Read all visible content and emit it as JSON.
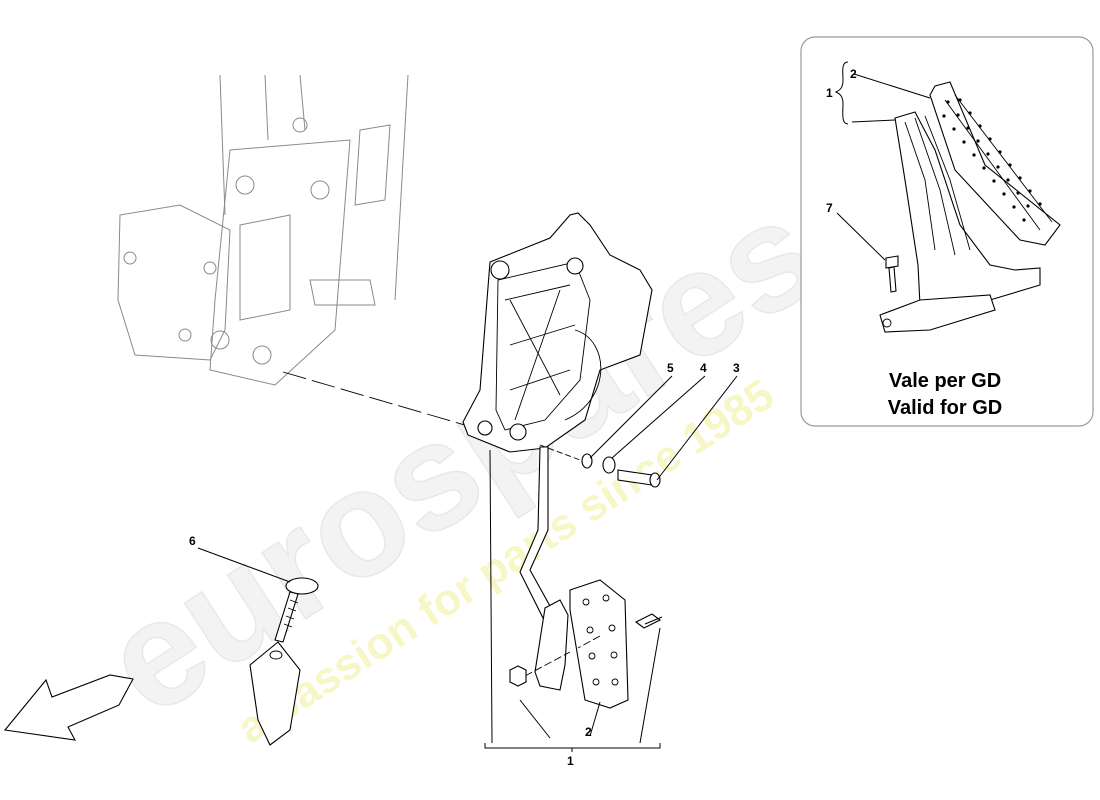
{
  "watermark": {
    "brand": "eurospares",
    "tagline": "a passion for parts since 1985"
  },
  "callouts": {
    "c1_bottom": "1",
    "c2_bottom": "2",
    "c3": "3",
    "c4": "4",
    "c5": "5",
    "c6": "6",
    "inset_1": "1",
    "inset_2": "2",
    "inset_7": "7"
  },
  "inset": {
    "caption_line1": "Vale per GD",
    "caption_line2": "Valid for GD"
  }
}
